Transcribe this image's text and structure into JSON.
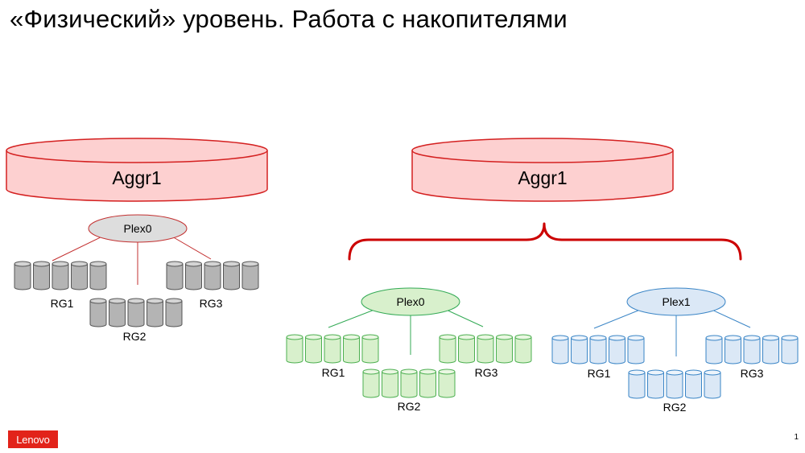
{
  "title": "«Физический» уровень. Работа с накопителями",
  "colors": {
    "aggr_fill": "#fdd0d0",
    "aggr_stroke": "#d42020",
    "brace": "#cc0000",
    "plex_gray_fill": "#dddddd",
    "plex_gray_stroke": "#c33030",
    "line_gray": "#c33030",
    "green_fill": "#d8f0cc",
    "green_stroke": "#33aa55",
    "blue_fill": "#dbe8f6",
    "blue_stroke": "#3a85c6",
    "logo_bg": "#e2231a"
  },
  "left": {
    "aggregate": "Aggr1",
    "plex": "Plex0",
    "raid_groups": [
      "RG1",
      "RG2",
      "RG3"
    ],
    "disks_per_group": 5,
    "disk_color": "gray"
  },
  "right": {
    "aggregate": "Aggr1",
    "plexes": [
      {
        "name": "Plex0",
        "color": "green",
        "raid_groups": [
          "RG1",
          "RG2",
          "RG3"
        ],
        "disks_per_group": 5
      },
      {
        "name": "Plex1",
        "color": "blue",
        "raid_groups": [
          "RG1",
          "RG2",
          "RG3"
        ],
        "disks_per_group": 5
      }
    ]
  },
  "footer": {
    "logo": "Lenovo",
    "page_number": "1"
  }
}
